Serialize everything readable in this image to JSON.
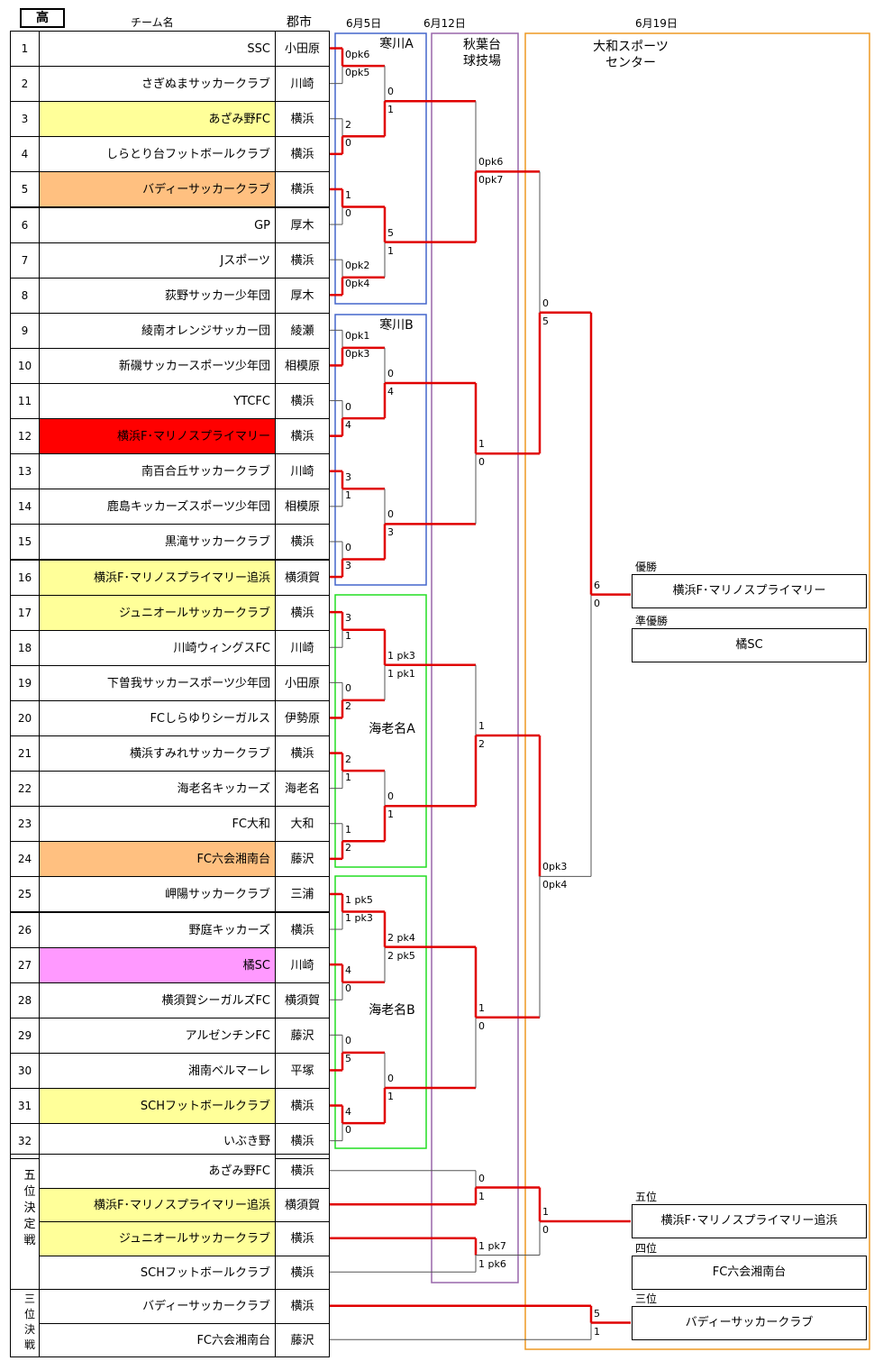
{
  "header": {
    "badge": "高",
    "team_col": "チーム名",
    "city_col": "郡市",
    "dates": [
      "6月5日",
      "6月12日",
      "6月19日"
    ]
  },
  "venues": [
    {
      "name": "寒川A"
    },
    {
      "name": "寒川B"
    },
    {
      "name": "海老名A"
    },
    {
      "name": "海老名B"
    },
    {
      "name": "秋葉台\n球技場"
    },
    {
      "name": "大和スポーツ\nセンター"
    }
  ],
  "teams": [
    {
      "no": "1",
      "name": "SSC",
      "city": "小田原",
      "color": ""
    },
    {
      "no": "2",
      "name": "さぎぬまサッカークラブ",
      "city": "川崎",
      "color": ""
    },
    {
      "no": "3",
      "name": "あざみ野FC",
      "city": "横浜",
      "color": "#ffff99"
    },
    {
      "no": "4",
      "name": "しらとり台フットボールクラブ",
      "city": "横浜",
      "color": ""
    },
    {
      "no": "5",
      "name": "バディーサッカークラブ",
      "city": "横浜",
      "color": "#ffc080"
    },
    {
      "no": "6",
      "name": "GP",
      "city": "厚木",
      "color": ""
    },
    {
      "no": "7",
      "name": "Jスポーツ",
      "city": "横浜",
      "color": ""
    },
    {
      "no": "8",
      "name": "荻野サッカー少年団",
      "city": "厚木",
      "color": ""
    },
    {
      "no": "9",
      "name": "綾南オレンジサッカー団",
      "city": "綾瀬",
      "color": ""
    },
    {
      "no": "10",
      "name": "新磯サッカースポーツ少年団",
      "city": "相模原",
      "color": ""
    },
    {
      "no": "11",
      "name": "YTCFC",
      "city": "横浜",
      "color": ""
    },
    {
      "no": "12",
      "name": "横浜F･マリノスプライマリー",
      "city": "横浜",
      "color": "#ff0000"
    },
    {
      "no": "13",
      "name": "南百合丘サッカークラブ",
      "city": "川崎",
      "color": ""
    },
    {
      "no": "14",
      "name": "鹿島キッカーズスポーツ少年団",
      "city": "相模原",
      "color": ""
    },
    {
      "no": "15",
      "name": "黒滝サッカークラブ",
      "city": "横浜",
      "color": ""
    },
    {
      "no": "16",
      "name": "横浜F･マリノスプライマリー追浜",
      "city": "横須賀",
      "color": "#ffff99"
    },
    {
      "no": "17",
      "name": "ジュニオールサッカークラブ",
      "city": "横浜",
      "color": "#ffff99"
    },
    {
      "no": "18",
      "name": "川崎ウィングスFC",
      "city": "川崎",
      "color": ""
    },
    {
      "no": "19",
      "name": "下曽我サッカースポーツ少年団",
      "city": "小田原",
      "color": ""
    },
    {
      "no": "20",
      "name": "FCしらゆりシーガルス",
      "city": "伊勢原",
      "color": ""
    },
    {
      "no": "21",
      "name": "横浜すみれサッカークラブ",
      "city": "横浜",
      "color": ""
    },
    {
      "no": "22",
      "name": "海老名キッカーズ",
      "city": "海老名",
      "color": ""
    },
    {
      "no": "23",
      "name": "FC大和",
      "city": "大和",
      "color": ""
    },
    {
      "no": "24",
      "name": "FC六会湘南台",
      "city": "藤沢",
      "color": "#ffc080"
    },
    {
      "no": "25",
      "name": "岬陽サッカークラブ",
      "city": "三浦",
      "color": ""
    },
    {
      "no": "26",
      "name": "野庭キッカーズ",
      "city": "横浜",
      "color": ""
    },
    {
      "no": "27",
      "name": "橘SC",
      "city": "川崎",
      "color": "#ff99ff"
    },
    {
      "no": "28",
      "name": "横須賀シーガルズFC",
      "city": "横須賀",
      "color": ""
    },
    {
      "no": "29",
      "name": "アルゼンチンFC",
      "city": "藤沢",
      "color": ""
    },
    {
      "no": "30",
      "name": "湘南ベルマーレ",
      "city": "平塚",
      "color": ""
    },
    {
      "no": "31",
      "name": "SCHフットボールクラブ",
      "city": "横浜",
      "color": "#ffff99"
    },
    {
      "no": "32",
      "name": "いぶき野",
      "city": "横浜",
      "color": ""
    }
  ],
  "fifth_place": {
    "label": "五位決定戦",
    "teams": [
      {
        "name": "あざみ野FC",
        "city": "横浜",
        "color": ""
      },
      {
        "name": "横浜F･マリノスプライマリー追浜",
        "city": "横須賀",
        "color": "#ffff99"
      },
      {
        "name": "ジュニオールサッカークラブ",
        "city": "横浜",
        "color": "#ffff99"
      },
      {
        "name": "SCHフットボールクラブ",
        "city": "横浜",
        "color": ""
      }
    ]
  },
  "third_place": {
    "label": "三位決戦",
    "teams": [
      {
        "name": "バディーサッカークラブ",
        "city": "横浜",
        "color": ""
      },
      {
        "name": "FC六会湘南台",
        "city": "藤沢",
        "color": ""
      }
    ]
  },
  "results": [
    {
      "label": "優勝",
      "team": "横浜F･マリノスプライマリー"
    },
    {
      "label": "準優勝",
      "team": "橘SC"
    },
    {
      "label": "五位",
      "team": "横浜F･マリノスプライマリー追浜"
    },
    {
      "label": "四位",
      "team": "FC六会湘南台"
    },
    {
      "label": "三位",
      "team": "バディーサッカークラブ"
    }
  ],
  "r1_scores": [
    [
      "0pk6",
      "0pk5"
    ],
    [
      "2",
      "0"
    ],
    [
      "1",
      "0"
    ],
    [
      "0pk2",
      "0pk4"
    ],
    [
      "0pk1",
      "0pk3"
    ],
    [
      "0",
      "4"
    ],
    [
      "3",
      "1"
    ],
    [
      "0",
      "3"
    ],
    [
      "3",
      "1"
    ],
    [
      "0",
      "2"
    ],
    [
      "2",
      "1"
    ],
    [
      "1",
      "2"
    ],
    [
      "1 pk5",
      "1 pk3"
    ],
    [
      "4",
      "0"
    ],
    [
      "0",
      "5"
    ],
    [
      "4",
      "0"
    ]
  ],
  "r2_scores": [
    [
      "0",
      "1"
    ],
    [
      "5",
      "1"
    ],
    [
      "0",
      "4"
    ],
    [
      "0",
      "3"
    ],
    [
      "1 pk3",
      "1 pk1"
    ],
    [
      "0",
      "1"
    ],
    [
      "2 pk4",
      "2 pk5"
    ],
    [
      "0",
      "1"
    ]
  ],
  "r3_scores": [
    [
      "0pk6",
      "0pk7"
    ],
    [
      "1",
      "0"
    ],
    [
      "1",
      "2"
    ],
    [
      "1",
      "0"
    ]
  ],
  "r4_scores": [
    [
      "0",
      "5"
    ],
    [
      "0pk3",
      "0pk4"
    ]
  ],
  "final_scores": [
    "6",
    "0"
  ],
  "fifth_semi_scores": [
    [
      "0",
      "1"
    ],
    [
      "1 pk7",
      "1 pk6"
    ]
  ],
  "fifth_final_scores": [
    "1",
    "0"
  ],
  "third_scores": [
    "5",
    "1"
  ]
}
